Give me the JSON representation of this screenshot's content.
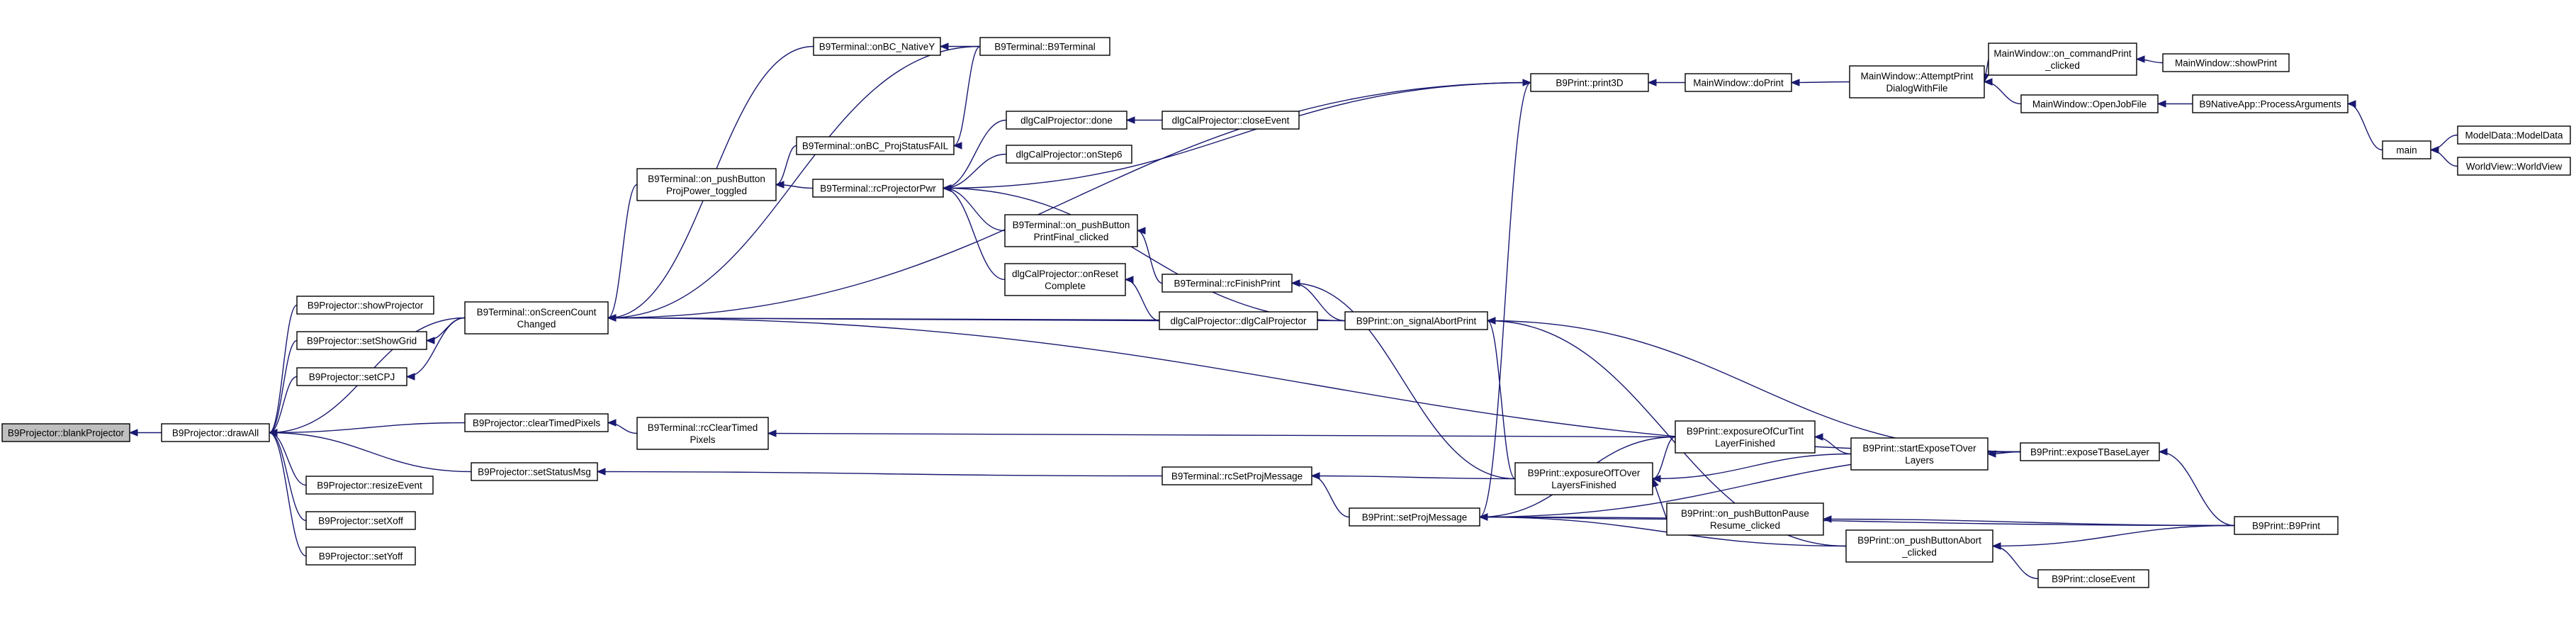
{
  "nodes": [
    {
      "id": "blankProjector",
      "lines": [
        "B9Projector::blankProjector"
      ],
      "root": true
    },
    {
      "id": "drawAll",
      "lines": [
        "B9Projector::drawAll"
      ]
    },
    {
      "id": "showProjector",
      "lines": [
        "B9Projector::showProjector"
      ]
    },
    {
      "id": "setShowGrid",
      "lines": [
        "B9Projector::setShowGrid"
      ]
    },
    {
      "id": "setCPJ",
      "lines": [
        "B9Projector::setCPJ"
      ]
    },
    {
      "id": "clearTimedPixels",
      "lines": [
        "B9Projector::clearTimedPixels"
      ]
    },
    {
      "id": "setStatusMsg",
      "lines": [
        "B9Projector::setStatusMsg"
      ]
    },
    {
      "id": "resizeEvent",
      "lines": [
        "B9Projector::resizeEvent"
      ]
    },
    {
      "id": "setXoff",
      "lines": [
        "B9Projector::setXoff"
      ]
    },
    {
      "id": "setYoff",
      "lines": [
        "B9Projector::setYoff"
      ]
    },
    {
      "id": "onScreenCountChanged",
      "lines": [
        "B9Terminal::onScreenCount",
        "Changed"
      ]
    },
    {
      "id": "onPushButtonProjPower",
      "lines": [
        "B9Terminal::on_pushButton",
        "ProjPower_toggled"
      ]
    },
    {
      "id": "termClearTimed",
      "lines": [
        "B9Terminal::rcClearTimed",
        "Pixels"
      ]
    },
    {
      "id": "onBCNativeY",
      "lines": [
        "B9Terminal::onBC_NativeY"
      ]
    },
    {
      "id": "onBCProjStatusFAIL",
      "lines": [
        "B9Terminal::onBC_ProjStatusFAIL"
      ]
    },
    {
      "id": "rcProjectorPwr",
      "lines": [
        "B9Terminal::rcProjectorPwr"
      ]
    },
    {
      "id": "b9Terminal",
      "lines": [
        "B9Terminal::B9Terminal"
      ]
    },
    {
      "id": "dlgDone",
      "lines": [
        "dlgCalProjector::done"
      ]
    },
    {
      "id": "dlgOnStep6",
      "lines": [
        "dlgCalProjector::onStep6"
      ]
    },
    {
      "id": "onPushButtonPrintFinal",
      "lines": [
        "B9Terminal::on_pushButton",
        "PrintFinal_clicked"
      ]
    },
    {
      "id": "dlgOnReset",
      "lines": [
        "dlgCalProjector::onReset",
        "Complete"
      ]
    },
    {
      "id": "rcFinishPrint",
      "lines": [
        "B9Terminal::rcFinishPrint"
      ]
    },
    {
      "id": "dlgCtor",
      "lines": [
        "dlgCalProjector::dlgCalProjector"
      ]
    },
    {
      "id": "rcSetProjMessage",
      "lines": [
        "B9Terminal::rcSetProjMessage"
      ]
    },
    {
      "id": "dlgCloseEvent",
      "lines": [
        "dlgCalProjector::closeEvent"
      ]
    },
    {
      "id": "print3D",
      "lines": [
        "B9Print::print3D"
      ]
    },
    {
      "id": "onSignalAbortPrint",
      "lines": [
        "B9Print::on_signalAbortPrint"
      ]
    },
    {
      "id": "exposureOfTOver",
      "lines": [
        "B9Print::exposureOfTOver",
        "LayersFinished"
      ]
    },
    {
      "id": "setProjMessage",
      "lines": [
        "B9Print::setProjMessage"
      ]
    },
    {
      "id": "exposureOfCurTint",
      "lines": [
        "B9Print::exposureOfCurTint",
        "LayerFinished"
      ]
    },
    {
      "id": "onPushButtonPause",
      "lines": [
        "B9Print::on_pushButtonPause",
        "Resume_clicked"
      ]
    },
    {
      "id": "startExposeTOver",
      "lines": [
        "B9Print::startExposeTOver",
        "Layers"
      ]
    },
    {
      "id": "onPushButtonAbort",
      "lines": [
        "B9Print::on_pushButtonAbort",
        "_clicked"
      ]
    },
    {
      "id": "exposeTBaseLayer",
      "lines": [
        "B9Print::exposeTBaseLayer"
      ]
    },
    {
      "id": "b9PrintCtor",
      "lines": [
        "B9Print::B9Print"
      ]
    },
    {
      "id": "printCloseEvent",
      "lines": [
        "B9Print::closeEvent"
      ]
    },
    {
      "id": "doPrint",
      "lines": [
        "MainWindow::doPrint"
      ]
    },
    {
      "id": "attemptPrint",
      "lines": [
        "MainWindow::AttemptPrint",
        "DialogWithFile"
      ]
    },
    {
      "id": "onCommandPrint",
      "lines": [
        "MainWindow::on_commandPrint",
        "_clicked"
      ]
    },
    {
      "id": "openJobFile",
      "lines": [
        "MainWindow::OpenJobFile"
      ]
    },
    {
      "id": "showPrint",
      "lines": [
        "MainWindow::showPrint"
      ]
    },
    {
      "id": "processArguments",
      "lines": [
        "B9NativeApp::ProcessArguments"
      ]
    },
    {
      "id": "main",
      "lines": [
        "main"
      ]
    },
    {
      "id": "modelData",
      "lines": [
        "ModelData::ModelData"
      ]
    },
    {
      "id": "worldView",
      "lines": [
        "WorldView::WorldView"
      ]
    }
  ],
  "edges": [
    [
      "drawAll",
      "blankProjector"
    ],
    [
      "showProjector",
      "drawAll"
    ],
    [
      "setShowGrid",
      "drawAll"
    ],
    [
      "setCPJ",
      "drawAll"
    ],
    [
      "clearTimedPixels",
      "drawAll"
    ],
    [
      "setStatusMsg",
      "drawAll"
    ],
    [
      "resizeEvent",
      "drawAll"
    ],
    [
      "setXoff",
      "drawAll"
    ],
    [
      "setYoff",
      "drawAll"
    ],
    [
      "onScreenCountChanged",
      "drawAll"
    ],
    [
      "onScreenCountChanged",
      "setShowGrid"
    ],
    [
      "onScreenCountChanged",
      "setCPJ"
    ],
    [
      "termClearTimed",
      "clearTimedPixels"
    ],
    [
      "rcSetProjMessage",
      "setStatusMsg"
    ],
    [
      "onPushButtonProjPower",
      "onScreenCountChanged"
    ],
    [
      "onBCNativeY",
      "onScreenCountChanged"
    ],
    [
      "b9Terminal",
      "onScreenCountChanged"
    ],
    [
      "print3D",
      "onScreenCountChanged"
    ],
    [
      "dlgCtor",
      "onScreenCountChanged"
    ],
    [
      "onSignalAbortPrint",
      "onScreenCountChanged"
    ],
    [
      "exposeTBaseLayer",
      "onScreenCountChanged"
    ],
    [
      "onBCProjStatusFAIL",
      "onPushButtonProjPower"
    ],
    [
      "rcProjectorPwr",
      "onPushButtonProjPower"
    ],
    [
      "b9Terminal",
      "onBCNativeY"
    ],
    [
      "b9Terminal",
      "onBCProjStatusFAIL"
    ],
    [
      "print3D",
      "rcProjectorPwr"
    ],
    [
      "dlgDone",
      "rcProjectorPwr"
    ],
    [
      "dlgOnStep6",
      "rcProjectorPwr"
    ],
    [
      "onPushButtonPrintFinal",
      "rcProjectorPwr"
    ],
    [
      "dlgOnReset",
      "rcProjectorPwr"
    ],
    [
      "onSignalAbortPrint",
      "rcProjectorPwr"
    ],
    [
      "dlgCloseEvent",
      "dlgDone"
    ],
    [
      "rcFinishPrint",
      "onPushButtonPrintFinal"
    ],
    [
      "dlgCtor",
      "dlgOnReset"
    ],
    [
      "onSignalAbortPrint",
      "rcFinishPrint"
    ],
    [
      "exposureOfTOver",
      "rcFinishPrint"
    ],
    [
      "exposureOfCurTint",
      "termClearTimed"
    ],
    [
      "setProjMessage",
      "rcSetProjMessage"
    ],
    [
      "exposureOfTOver",
      "rcSetProjMessage"
    ],
    [
      "doPrint",
      "print3D"
    ],
    [
      "setProjMessage",
      "print3D"
    ],
    [
      "exposureOfTOver",
      "onSignalAbortPrint"
    ],
    [
      "exposeTBaseLayer",
      "onSignalAbortPrint"
    ],
    [
      "onPushButtonAbort",
      "onSignalAbortPrint"
    ],
    [
      "exposureOfCurTint",
      "exposureOfTOver"
    ],
    [
      "onPushButtonPause",
      "exposureOfTOver"
    ],
    [
      "startExposeTOver",
      "exposureOfTOver"
    ],
    [
      "exposureOfCurTint",
      "setProjMessage"
    ],
    [
      "onPushButtonPause",
      "setProjMessage"
    ],
    [
      "onPushButtonAbort",
      "setProjMessage"
    ],
    [
      "exposeTBaseLayer",
      "setProjMessage"
    ],
    [
      "b9PrintCtor",
      "setProjMessage"
    ],
    [
      "startExposeTOver",
      "exposureOfCurTint"
    ],
    [
      "exposeTBaseLayer",
      "startExposeTOver"
    ],
    [
      "b9PrintCtor",
      "onPushButtonPause"
    ],
    [
      "b9PrintCtor",
      "onPushButtonAbort"
    ],
    [
      "printCloseEvent",
      "onPushButtonAbort"
    ],
    [
      "b9PrintCtor",
      "exposeTBaseLayer"
    ],
    [
      "attemptPrint",
      "doPrint"
    ],
    [
      "onCommandPrint",
      "attemptPrint"
    ],
    [
      "openJobFile",
      "attemptPrint"
    ],
    [
      "showPrint",
      "onCommandPrint"
    ],
    [
      "processArguments",
      "openJobFile"
    ],
    [
      "main",
      "processArguments"
    ],
    [
      "modelData",
      "main"
    ],
    [
      "worldView",
      "main"
    ]
  ]
}
